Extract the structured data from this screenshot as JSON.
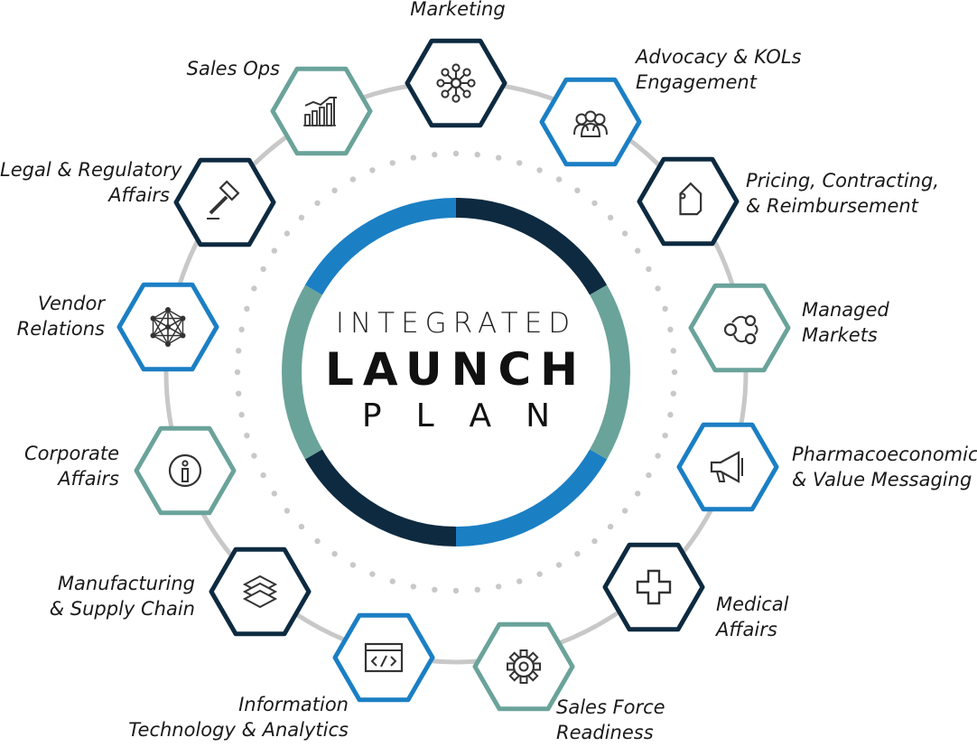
{
  "center": {
    "line1": "INTEGRATED",
    "line2": "LAUNCH",
    "line3": "PLAN"
  },
  "colors": {
    "navy": "#0d2a40",
    "blue": "#1b7fc4",
    "teal": "#6aa39a",
    "ring": "#c8c8c8",
    "dots": "#c8c8c8"
  },
  "nodes": [
    {
      "key": "marketing",
      "lines": [
        "Marketing"
      ],
      "icon": "network-hub-icon",
      "color": "navy"
    },
    {
      "key": "advocacy",
      "lines": [
        "Advocacy & KOLs",
        "Engagement"
      ],
      "icon": "group-icon",
      "color": "blue"
    },
    {
      "key": "pricing",
      "lines": [
        "Pricing, Contracting,",
        "& Reimbursement"
      ],
      "icon": "price-tag-icon",
      "color": "navy"
    },
    {
      "key": "managed",
      "lines": [
        "Managed",
        "Markets"
      ],
      "icon": "cycle-icon",
      "color": "teal"
    },
    {
      "key": "pharmaco",
      "lines": [
        "Pharmacoeconomics",
        "& Value Messaging"
      ],
      "icon": "megaphone-icon",
      "color": "blue"
    },
    {
      "key": "medical",
      "lines": [
        "Medical",
        "Affairs"
      ],
      "icon": "medical-cross-icon",
      "color": "navy"
    },
    {
      "key": "salesforce",
      "lines": [
        "Sales Force",
        "Readiness"
      ],
      "icon": "gear-icon",
      "color": "teal"
    },
    {
      "key": "infotech",
      "lines": [
        "Information",
        "Technology & Analytics"
      ],
      "icon": "code-window-icon",
      "color": "blue"
    },
    {
      "key": "manufacturing",
      "lines": [
        "Manufacturing",
        "& Supply Chain"
      ],
      "icon": "layers-icon",
      "color": "navy"
    },
    {
      "key": "corporate",
      "lines": [
        "Corporate",
        "Affairs"
      ],
      "icon": "info-icon",
      "color": "teal"
    },
    {
      "key": "vendor",
      "lines": [
        "Vendor",
        "Relations"
      ],
      "icon": "mesh-network-icon",
      "color": "blue"
    },
    {
      "key": "legal",
      "lines": [
        "Legal & Regulatory",
        "Affairs"
      ],
      "icon": "gavel-icon",
      "color": "navy"
    },
    {
      "key": "salesops",
      "lines": [
        "Sales Ops"
      ],
      "icon": "growth-chart-icon",
      "color": "teal"
    }
  ]
}
